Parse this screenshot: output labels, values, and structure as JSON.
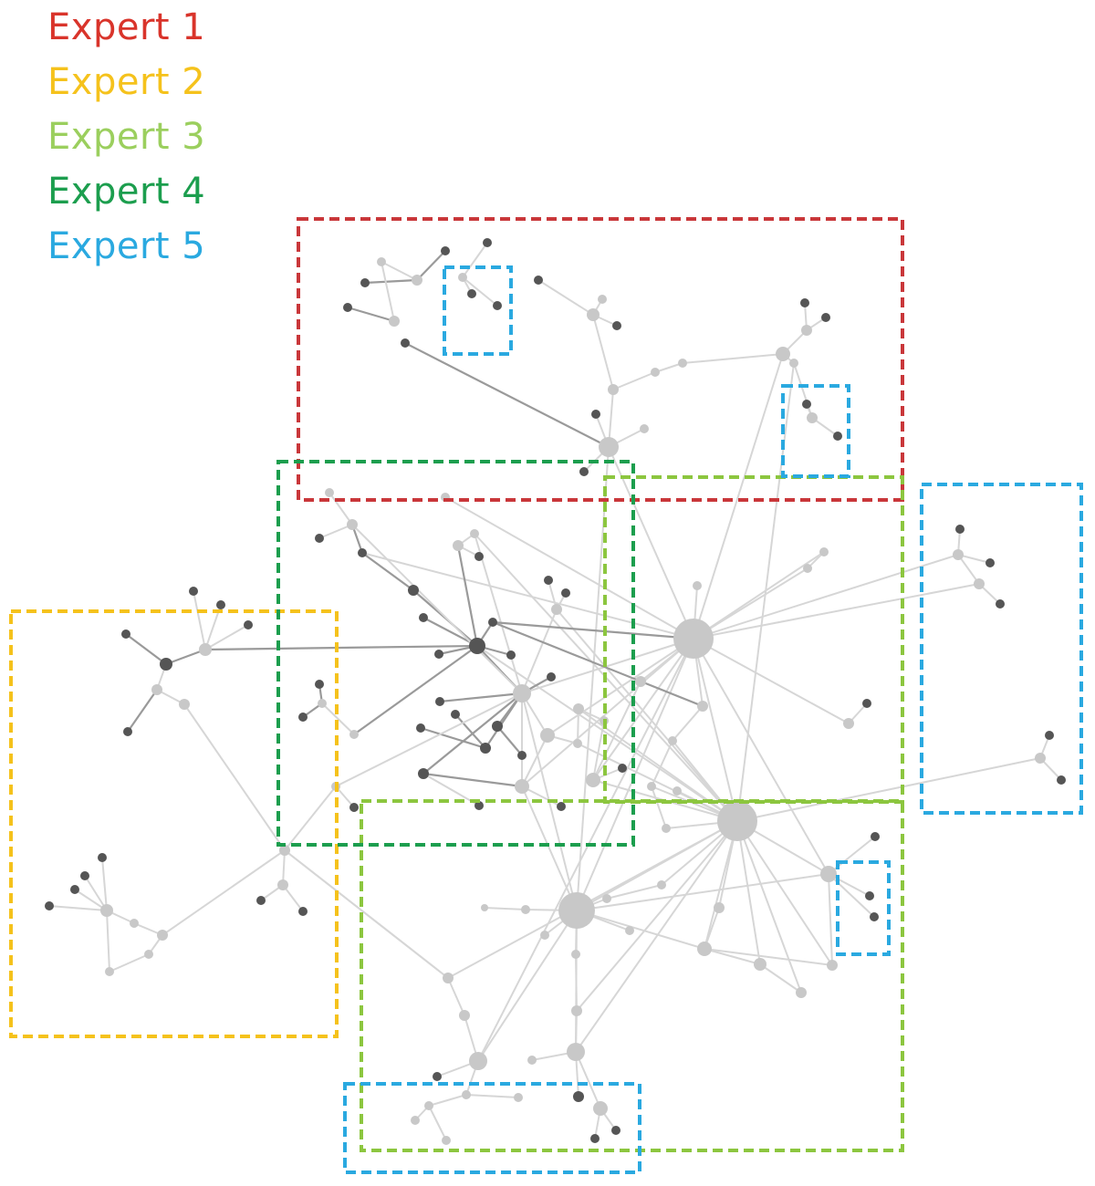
{
  "legend": {
    "items": [
      {
        "label": "Expert 1",
        "color": "#d9342b"
      },
      {
        "label": "Expert 2",
        "color": "#f5c21c"
      },
      {
        "label": "Expert 3",
        "color": "#9bcf5e"
      },
      {
        "label": "Expert 4",
        "color": "#1c9e4e"
      },
      {
        "label": "Expert 5",
        "color": "#2aa9e0"
      }
    ]
  },
  "regions": [
    {
      "expert": "Expert 1",
      "color": "#c9373a"
    },
    {
      "expert": "Expert 2",
      "color": "#f5c21c"
    },
    {
      "expert": "Expert 3",
      "color": "#8cc63f"
    },
    {
      "expert": "Expert 3",
      "color": "#8cc63f"
    },
    {
      "expert": "Expert 4",
      "color": "#1c9e4e"
    },
    {
      "expert": "Expert 5",
      "color": "#2aa9e0"
    },
    {
      "expert": "Expert 5",
      "color": "#2aa9e0"
    },
    {
      "expert": "Expert 5",
      "color": "#2aa9e0"
    },
    {
      "expert": "Expert 5",
      "color": "#2aa9e0"
    },
    {
      "expert": "Expert 5",
      "color": "#2aa9e0"
    }
  ],
  "node_colors": {
    "light": "#c8c8c8",
    "dark": "#555555",
    "edge_light": "#d6d6d6",
    "edge_dark": "#9a9a9a"
  }
}
